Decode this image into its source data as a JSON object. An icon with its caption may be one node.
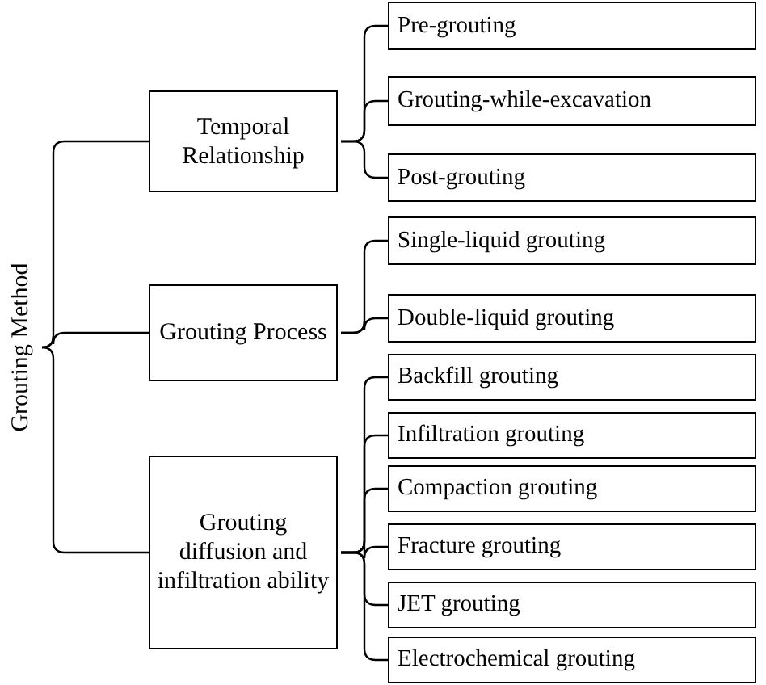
{
  "diagram": {
    "nodes": [
      {
        "text": [
          "Grouting Method"
        ]
      },
      {
        "text": [
          "Temporal Relationship"
        ]
      },
      {
        "text": [
          "Grouting Process"
        ]
      },
      {
        "text": [
          "Grouting diffusion and infiltration ability"
        ]
      },
      {
        "text": [
          "Pre-grouting"
        ]
      },
      {
        "text": [
          "Grouting-while-excavation"
        ]
      },
      {
        "text": [
          "Post-grouting"
        ]
      },
      {
        "text": [
          "Single-liquid grouting"
        ]
      },
      {
        "text": [
          "Double-liquid grouting"
        ]
      },
      {
        "text": [
          "Backfill grouting"
        ]
      },
      {
        "text": [
          "Infiltration grouting"
        ]
      },
      {
        "text": [
          "Compaction grouting"
        ]
      },
      {
        "text": [
          "Fracture grouting"
        ]
      },
      {
        "text": [
          "JET grouting"
        ]
      },
      {
        "text": [
          "Electrochemical grouting"
        ]
      }
    ],
    "edges": [
      {
        "from": 0,
        "to": 1,
        "arrow": "none"
      },
      {
        "from": 0,
        "to": 2,
        "arrow": "none"
      },
      {
        "from": 0,
        "to": 3,
        "arrow": "none"
      },
      {
        "from": 1,
        "to": 4,
        "arrow": "none"
      },
      {
        "from": 1,
        "to": 5,
        "arrow": "none"
      },
      {
        "from": 1,
        "to": 6,
        "arrow": "none"
      },
      {
        "from": 2,
        "to": 7,
        "arrow": "none"
      },
      {
        "from": 2,
        "to": 8,
        "arrow": "none"
      },
      {
        "from": 3,
        "to": 9,
        "arrow": "none"
      },
      {
        "from": 3,
        "to": 10,
        "arrow": "none"
      },
      {
        "from": 3,
        "to": 11,
        "arrow": "none"
      },
      {
        "from": 3,
        "to": 12,
        "arrow": "none"
      },
      {
        "from": 3,
        "to": 13,
        "arrow": "none"
      },
      {
        "from": 3,
        "to": 14,
        "arrow": "none"
      }
    ]
  }
}
